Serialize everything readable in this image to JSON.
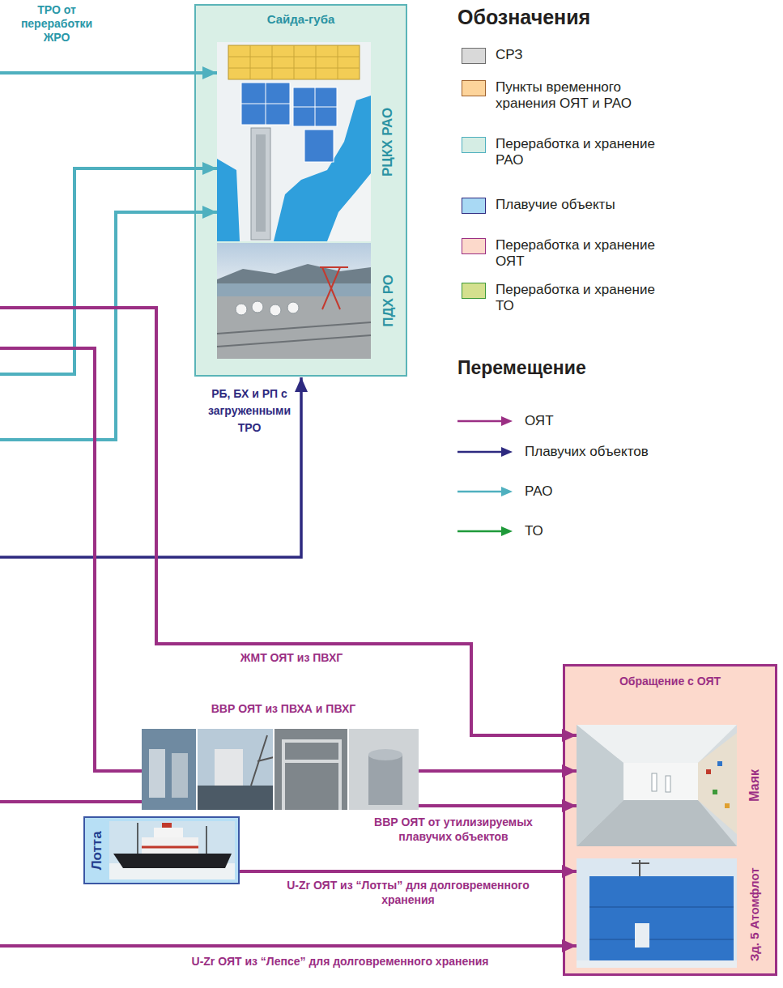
{
  "diagram": {
    "nodes": [
      {
        "text": [
          "Сайда-губа"
        ]
      },
      {
        "text": [
          "РЦКХ РАО"
        ],
        "in": 0
      },
      {
        "text": [
          "ПДХ РО"
        ],
        "in": 0
      },
      {
        "text": [
          "Обращение с ОЯТ"
        ]
      },
      {
        "text": [
          "Маяк"
        ],
        "in": 3
      },
      {
        "text": [
          "Зд. 5 Атомфлот"
        ],
        "in": 3
      },
      {
        "text": [
          "Лотта"
        ]
      }
    ],
    "edges": [
      {
        "from": 6,
        "to": 5,
        "arrow": "to",
        "label": "U-Zr ОЯТ из “Лотты” для долговременного хранения"
      }
    ],
    "labels": [
      "ТРО от переработки ЖРО",
      "Обозначения",
      "Перемещение",
      "РБ, БХ и РП с загруженными ТРО",
      "ЖМТ ОЯТ из ПВХГ",
      "ВВР ОЯТ из ПВХА и ПВХГ",
      "ВВР ОЯТ от утилизируемых плавучих объектов",
      "U-Zr ОЯТ из “Лепсе” для долговременного хранения"
    ],
    "legend": [
      {
        "text": "СРЗ",
        "color": "#d9d9d9"
      },
      {
        "text": "Пункты временного хранения ОЯТ и РАО",
        "color": "#fdd49b"
      },
      {
        "text": "Переработка и хранение РАО",
        "color": "#d5ede4"
      },
      {
        "text": "Плавучие объекты",
        "color": "#a9d9f4"
      },
      {
        "text": "Переработка и хранение ОЯТ",
        "color": "#fcd9cb"
      },
      {
        "text": "Переработка и хранение ТО",
        "color": "#d4e08e"
      },
      {
        "text": "ОЯТ"
      },
      {
        "text": "Плавучих объектов"
      },
      {
        "text": "РАО"
      },
      {
        "text": "ТО"
      }
    ]
  }
}
